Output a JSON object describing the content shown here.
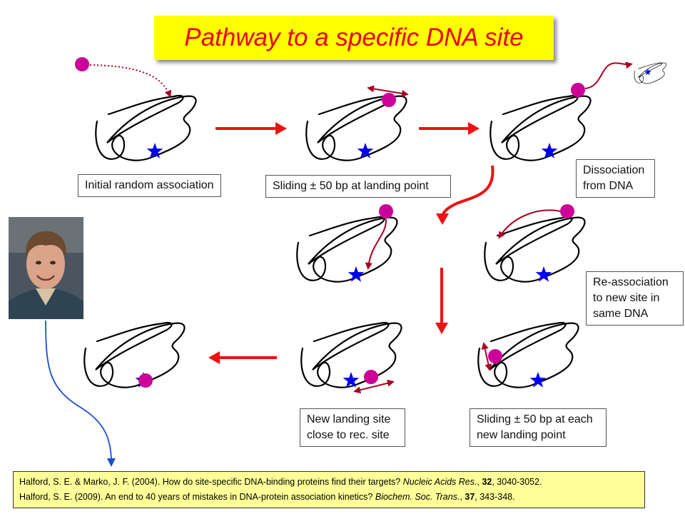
{
  "title": "Pathway to a specific DNA site",
  "labels": {
    "initial": "Initial random association",
    "sliding_landing": "Sliding ± 50 bp at landing point",
    "dissociation": "Dissociation from DNA",
    "reassociation": "Re-association to new site in same DNA",
    "new_landing": "New landing site close to rec. site",
    "sliding_each": "Sliding ± 50 bp at each new landing point"
  },
  "references": [
    {
      "authors": "Halford, S. E. & Marko, J. F. (2004). How do site-specific DNA-binding proteins find their targets? ",
      "journal": "Nucleic Acids Res.",
      "vol_prefix": ", ",
      "volume": "32",
      "pages": ", 3040-3052."
    },
    {
      "authors": "Halford, S. E. (2009).  An end to 40 years of mistakes in DNA-protein association kinetics?  ",
      "journal": "Biochem. Soc. Trans.",
      "vol_prefix": ", ",
      "volume": "37",
      "pages": ", 343-348."
    }
  ],
  "colors": {
    "title_bg": "#ffff00",
    "title_text": "#e8001c",
    "protein": "#cc0099",
    "site_star": "#0000ee",
    "flow_arrow": "#ee1111",
    "motion_arrow": "#aa0022",
    "dna": "#000000",
    "ref_arrow": "#1a4fd0",
    "refs_bg": "#ffff99"
  },
  "icons": {
    "protein": "magenta-circle",
    "site": "blue-star",
    "portrait": "person-photo"
  }
}
